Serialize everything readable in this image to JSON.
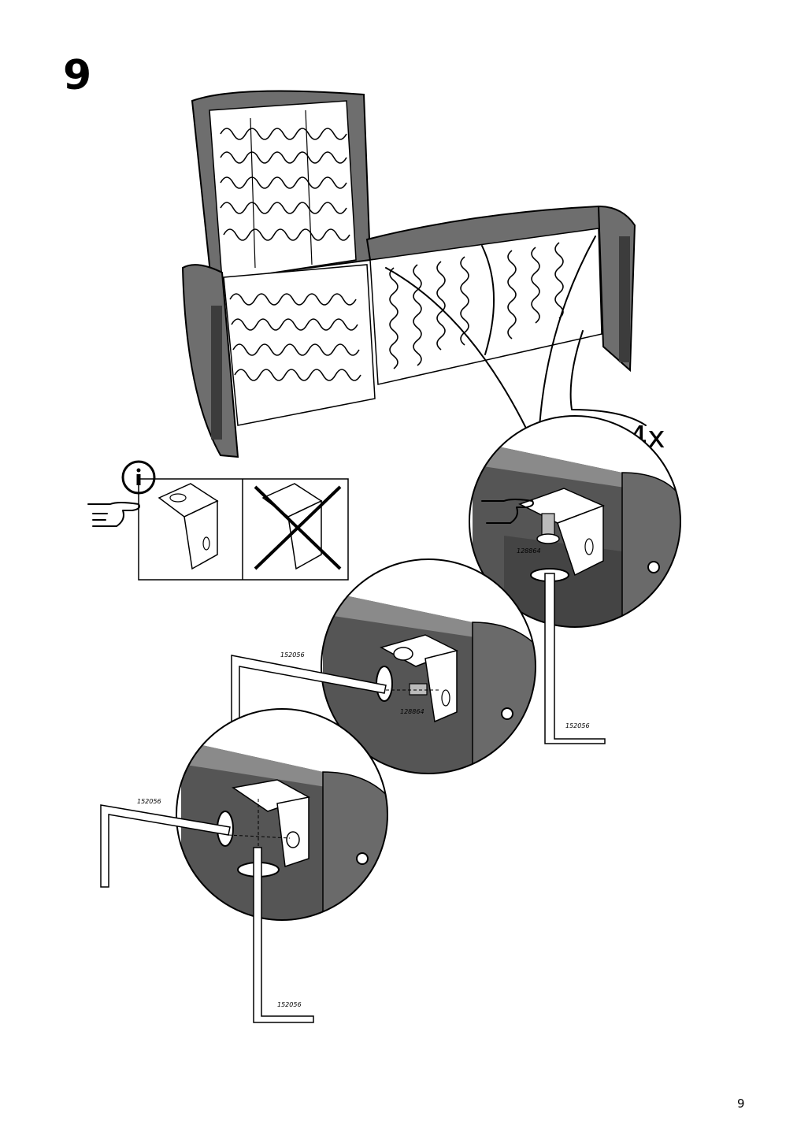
{
  "step": {
    "number": "9"
  },
  "quantity": "4x",
  "parts": {
    "allen_key": "152056",
    "screw": "128864"
  },
  "page": {
    "number": "9"
  },
  "icons": {
    "info": "info-icon",
    "pointing_hand": "pointing-hand-icon",
    "wrong": "cross-icon"
  }
}
